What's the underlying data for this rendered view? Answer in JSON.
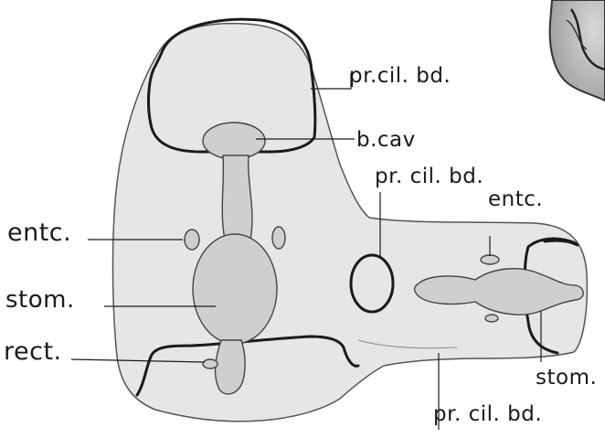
{
  "labels": {
    "pr_cil_bd_top": "pr.cil. bd.",
    "b_cav": "b.cav",
    "pr_cil_bd_mid": "pr. cil. bd.",
    "entc_right": "entc.",
    "entc_left": "entc.",
    "stom_left": "stom.",
    "rect": "rect.",
    "stom_right": "stom.",
    "pr_cil_bd_bottom": "pr. cil. bd."
  }
}
